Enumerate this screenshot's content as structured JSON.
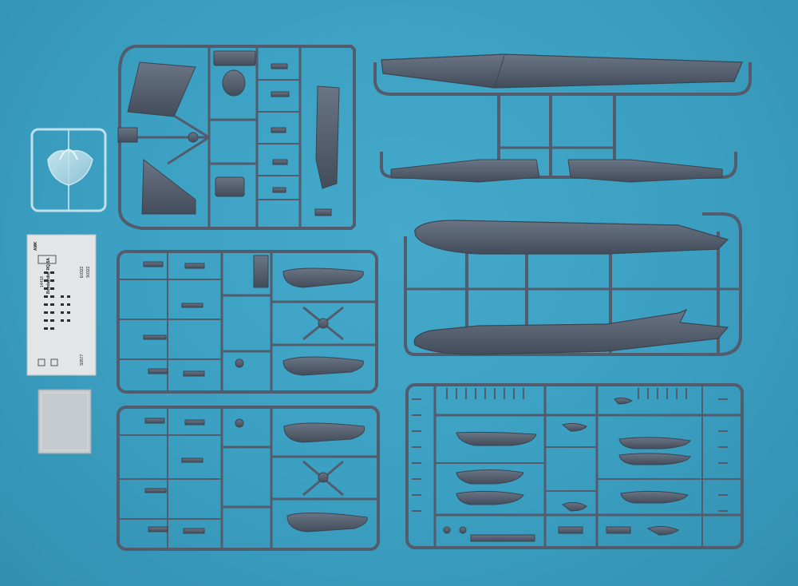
{
  "photo": {
    "subject": "",
    "background_color": "#3a9ec0",
    "sprue_color": "#525c6c",
    "clear_part_color": "#bfe0ea",
    "decal_paper_color": "#e3e6e6",
    "metal_sheet_color": "#c4cacd"
  },
  "decal_sheet": {
    "brand": "AMK",
    "code": "14418",
    "name": "Bombardier RQ-5A",
    "number_a": "E0322",
    "number_b": "S0322",
    "number_c": "S0577"
  }
}
